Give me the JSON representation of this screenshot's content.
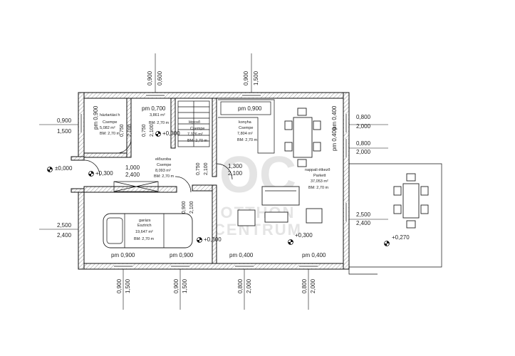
{
  "rooms": {
    "haztartasi": {
      "name": "háztartási h",
      "floor": "Csempe",
      "area": "5,082 m²",
      "height": "BM: 2,70 m"
    },
    "wc": {
      "area": "3,861 m²",
      "height": "BM: 2,70 m"
    },
    "lepcso": {
      "name": "lépcső",
      "floor": "Csempe",
      "area": "7,326 m²",
      "height": "BM: 2,70 m"
    },
    "konyha": {
      "name": "konyha",
      "floor": "Csempe",
      "area": "7,804 m²",
      "height": "BM: 2,70 m"
    },
    "eloszoba": {
      "name": "előszoba",
      "floor": "Csempe",
      "area": "8,093 m²",
      "height": "BM: 2,70 m"
    },
    "nappali": {
      "name": "nappali étkező",
      "floor": "Parkett",
      "area": "37,053 m²",
      "height": "BM: 2,70 m"
    },
    "garazs": {
      "name": "garázs",
      "floor": "Esztrich",
      "area": "19,647 m²",
      "height": "BM: 2,70 m"
    }
  },
  "levels": {
    "entrance": "±0,000",
    "hall": "+0,300",
    "kitchen": "+0,300",
    "garage_left": "+0,300",
    "garage": "+0,300",
    "living": "+0,300",
    "terrace": "+0,270"
  },
  "window_labels": {
    "pm_0900": "pm 0,900",
    "pm_0700": "pm 0,700",
    "pm_0400": "pm 0,400"
  },
  "dimensions": {
    "d0900": "0,900",
    "d0600": "0,600",
    "d1500": "1,500",
    "d0800": "0,800",
    "d2000": "2,000",
    "d2500": "2,500",
    "d2400": "2,400",
    "d1000": "1,000",
    "d1300": "1,300",
    "d2100": "2,100",
    "d0750": "0,750",
    "d0400": "0,400"
  },
  "watermark": {
    "line1": "OTTHON",
    "line2": "CENTRUM",
    "logo": "OC"
  }
}
